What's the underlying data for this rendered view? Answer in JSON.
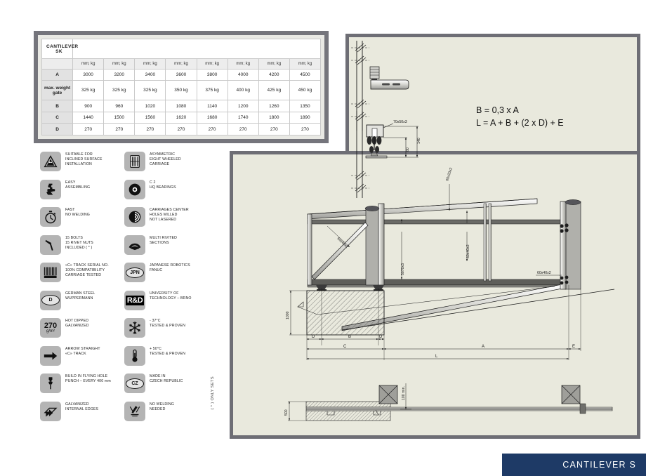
{
  "title_bar": {
    "label": "CANTILEVER S"
  },
  "spec_table": {
    "title": "CANTILEVER SK",
    "unit_header": "mm; kg",
    "columns": 8,
    "rows": [
      {
        "label": "A",
        "values": [
          "3000",
          "3200",
          "3400",
          "3600",
          "3800",
          "4000",
          "4200",
          "4500"
        ]
      },
      {
        "label": "max. weight gate",
        "values": [
          "325 kg",
          "325 kg",
          "325 kg",
          "350 kg",
          "375 kg",
          "400 kg",
          "425 kg",
          "450 kg"
        ]
      },
      {
        "label": "B",
        "values": [
          "900",
          "960",
          "1020",
          "1080",
          "1140",
          "1200",
          "1260",
          "1350"
        ]
      },
      {
        "label": "C",
        "values": [
          "1440",
          "1500",
          "1560",
          "1620",
          "1680",
          "1740",
          "1800",
          "1890"
        ]
      },
      {
        "label": "D",
        "values": [
          "270",
          "270",
          "270",
          "270",
          "270",
          "270",
          "270",
          "270"
        ]
      }
    ]
  },
  "features": {
    "left": [
      {
        "icon": "inclined-surface-icon",
        "lines": [
          "SUITABLE FOR",
          "INCLINED SURFACE",
          "INSTALLATION"
        ]
      },
      {
        "icon": "puzzle-piece-icon",
        "lines": [
          "EASY",
          "ASSEMBLING"
        ]
      },
      {
        "icon": "stopwatch-icon",
        "lines": [
          "FAST",
          "NO WELDING"
        ]
      },
      {
        "icon": "hammer-icon",
        "lines": [
          "15 BOLTS",
          "15 RIVET NUTS",
          "INCLUDED ( * )"
        ]
      },
      {
        "icon": "barcode-icon",
        "lines": [
          "«C» TRACK SERIAL NO.",
          "100% COMPATIBILITY",
          "CARRIAGE TESTED"
        ]
      },
      {
        "icon": "german-steel-d-icon",
        "lines": [
          "GERMAN STEEL",
          "WUPPERMANN"
        ],
        "badge": "D"
      },
      {
        "icon": "zinc-270-icon",
        "lines": [
          "HOT DIPPED",
          "GALVANIZED"
        ],
        "badge": "270",
        "badge_sub": "g/m²"
      },
      {
        "icon": "arrow-right-icon",
        "lines": [
          "ARROW STRAIGHT",
          "«C» TRACK"
        ]
      },
      {
        "icon": "hole-punch-icon",
        "lines": [
          "BUILD IN FLYING HOLE",
          "PUNCH – EVERY 400 mm"
        ]
      },
      {
        "icon": "galvanized-edges-icon",
        "lines": [
          "GALVANIZED",
          "INTERNAL EDGES"
        ]
      }
    ],
    "right": [
      {
        "icon": "eight-wheel-carriage-icon",
        "lines": [
          "ASYMMETRIC",
          "EIGHT WHEELED",
          "CARRIAGE"
        ]
      },
      {
        "icon": "bearing-icon",
        "lines": [
          "C 2",
          "HQ BEARINGS"
        ]
      },
      {
        "icon": "milled-holes-icon",
        "lines": [
          "CARRIAGES CENTER",
          "HOLES MILLED",
          "NOT LASERED"
        ]
      },
      {
        "icon": "riveted-section-icon",
        "lines": [
          "MULTI RIVITED",
          "SECTIONS"
        ]
      },
      {
        "icon": "japan-badge-icon",
        "lines": [
          "JAPANESE ROBOTICS",
          "FANUC"
        ],
        "badge": "JPN"
      },
      {
        "icon": "research-development-icon",
        "lines": [
          "UNIVERSITY OF",
          "TECHNOLOGY – BRNO"
        ],
        "badge": "R&D"
      },
      {
        "icon": "snowflake-icon",
        "lines": [
          "- 37°C",
          "TESTED & PROVEN"
        ]
      },
      {
        "icon": "thermometer-icon",
        "lines": [
          "+ 50°C",
          "TESTED & PROVEN"
        ]
      },
      {
        "icon": "czech-badge-icon",
        "lines": [
          "MADE IN",
          "CZECH REPUBLIC"
        ],
        "badge": "CZ"
      },
      {
        "icon": "no-welding-icon",
        "lines": [
          "NO WELDING",
          "NEEDED"
        ]
      }
    ],
    "footnote": "( * ) ONLY SETS"
  },
  "formulas": {
    "line1": "B = 0,3 x A",
    "line2": "L = A + B + (2 x D) + E"
  },
  "drawing": {
    "detail_profile": "70x50x3",
    "detail_dim_140": "140",
    "detail_dim_80": "80",
    "top_rail_profile": "60x20x2",
    "diagonal_profile": "60x40x2",
    "vertical_profile": "60x40x2",
    "track_profile": "5070x3",
    "bottom_rail_profile": "60x40x2",
    "foundation_depth": "1000",
    "plan_depth": "500",
    "post_clearance": "100 min.",
    "dim_D_left": "D",
    "dim_B": "B",
    "dim_D_right": "D",
    "dim_C": "C",
    "dim_A": "A",
    "dim_E": "E",
    "dim_L": "L"
  },
  "colors": {
    "brand_navy": "#1e3a66",
    "panel_cream": "#e9e9dd",
    "panel_frame": "#6e6e75",
    "icon_grey": "#b4b4b4"
  }
}
